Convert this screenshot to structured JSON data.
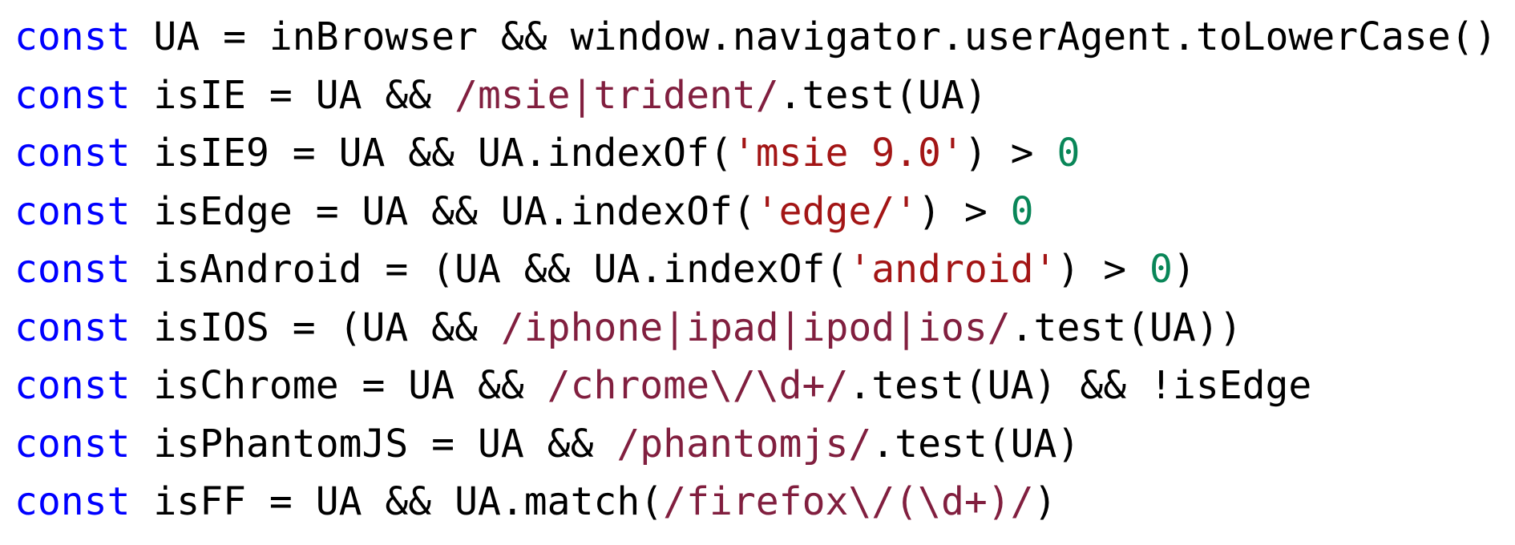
{
  "colors": {
    "background": "#ffffff",
    "text": "#000000",
    "keyword": "#0000ff",
    "regex": "#811f3f",
    "string": "#a31515",
    "number": "#098658"
  },
  "code": {
    "lines": [
      {
        "tokens": [
          {
            "type": "keyword",
            "text": "const"
          },
          {
            "type": "text",
            "text": " UA = inBrowser && window.navigator.userAgent.toLowerCase()"
          }
        ]
      },
      {
        "tokens": [
          {
            "type": "keyword",
            "text": "const"
          },
          {
            "type": "text",
            "text": " isIE = UA && "
          },
          {
            "type": "regex",
            "text": "/msie|trident/"
          },
          {
            "type": "text",
            "text": ".test(UA)"
          }
        ]
      },
      {
        "tokens": [
          {
            "type": "keyword",
            "text": "const"
          },
          {
            "type": "text",
            "text": " isIE9 = UA && UA.indexOf("
          },
          {
            "type": "string",
            "text": "'msie 9.0'"
          },
          {
            "type": "text",
            "text": ") > "
          },
          {
            "type": "number",
            "text": "0"
          }
        ]
      },
      {
        "tokens": [
          {
            "type": "keyword",
            "text": "const"
          },
          {
            "type": "text",
            "text": " isEdge = UA && UA.indexOf("
          },
          {
            "type": "string",
            "text": "'edge/'"
          },
          {
            "type": "text",
            "text": ") > "
          },
          {
            "type": "number",
            "text": "0"
          }
        ]
      },
      {
        "tokens": [
          {
            "type": "keyword",
            "text": "const"
          },
          {
            "type": "text",
            "text": " isAndroid = (UA && UA.indexOf("
          },
          {
            "type": "string",
            "text": "'android'"
          },
          {
            "type": "text",
            "text": ") > "
          },
          {
            "type": "number",
            "text": "0"
          },
          {
            "type": "text",
            "text": ")"
          }
        ]
      },
      {
        "tokens": [
          {
            "type": "keyword",
            "text": "const"
          },
          {
            "type": "text",
            "text": " isIOS = (UA && "
          },
          {
            "type": "regex",
            "text": "/iphone|ipad|ipod|ios/"
          },
          {
            "type": "text",
            "text": ".test(UA))"
          }
        ]
      },
      {
        "tokens": [
          {
            "type": "keyword",
            "text": "const"
          },
          {
            "type": "text",
            "text": " isChrome = UA && "
          },
          {
            "type": "regex",
            "text": "/chrome\\/\\d+/"
          },
          {
            "type": "text",
            "text": ".test(UA) && !isEdge"
          }
        ]
      },
      {
        "tokens": [
          {
            "type": "keyword",
            "text": "const"
          },
          {
            "type": "text",
            "text": " isPhantomJS = UA && "
          },
          {
            "type": "regex",
            "text": "/phantomjs/"
          },
          {
            "type": "text",
            "text": ".test(UA)"
          }
        ]
      },
      {
        "tokens": [
          {
            "type": "keyword",
            "text": "const"
          },
          {
            "type": "text",
            "text": " isFF = UA && UA.match("
          },
          {
            "type": "regex",
            "text": "/firefox\\/(\\d+)/"
          },
          {
            "type": "text",
            "text": ")"
          }
        ]
      }
    ]
  }
}
